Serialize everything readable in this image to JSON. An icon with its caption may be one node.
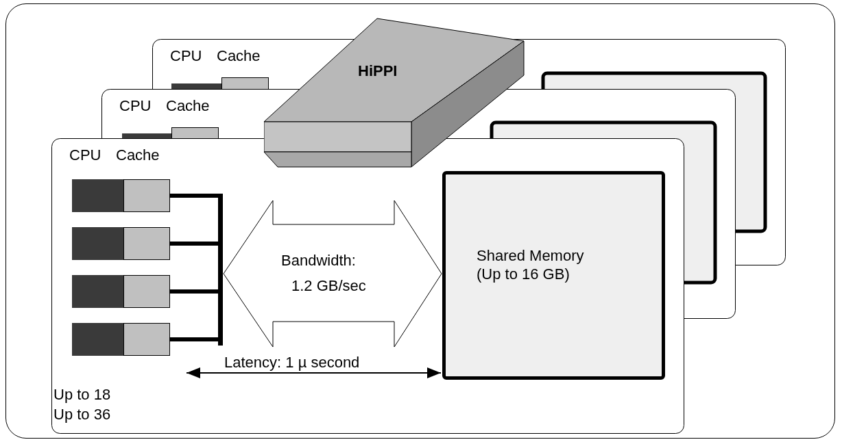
{
  "diagram": {
    "nodes": [
      {
        "text": [],
        "shape": "box"
      },
      {
        "text": [],
        "shape": "box"
      },
      {
        "text": [],
        "shape": "box"
      },
      {
        "text": [],
        "shape": "box"
      },
      {
        "text": [],
        "shape": "box"
      },
      {
        "text": [],
        "shape": "box"
      },
      {
        "text": [],
        "shape": "box"
      },
      {
        "text": [],
        "shape": "box"
      },
      {
        "text": [],
        "shape": "bar"
      },
      {
        "text": [
          "Bandwidth:",
          "1.2 GB/sec"
        ]
      },
      {
        "text": [
          "Shared Memory (Up to 16 GB)"
        ]
      },
      {
        "text": [
          "HiPPI"
        ]
      }
    ],
    "edges": [
      {
        "from": 4,
        "to": 8,
        "arrow": "none"
      },
      {
        "from": 5,
        "to": 8,
        "arrow": "none"
      },
      {
        "from": 6,
        "to": 8,
        "arrow": "none"
      },
      {
        "from": 7,
        "to": 8,
        "arrow": "none"
      }
    ],
    "labels": [
      "CPU",
      "Cache",
      "CPU",
      "Cache",
      "CPU",
      "Cache",
      "Latency: 1 µ second",
      "Up to 18",
      "Up to 36"
    ]
  }
}
